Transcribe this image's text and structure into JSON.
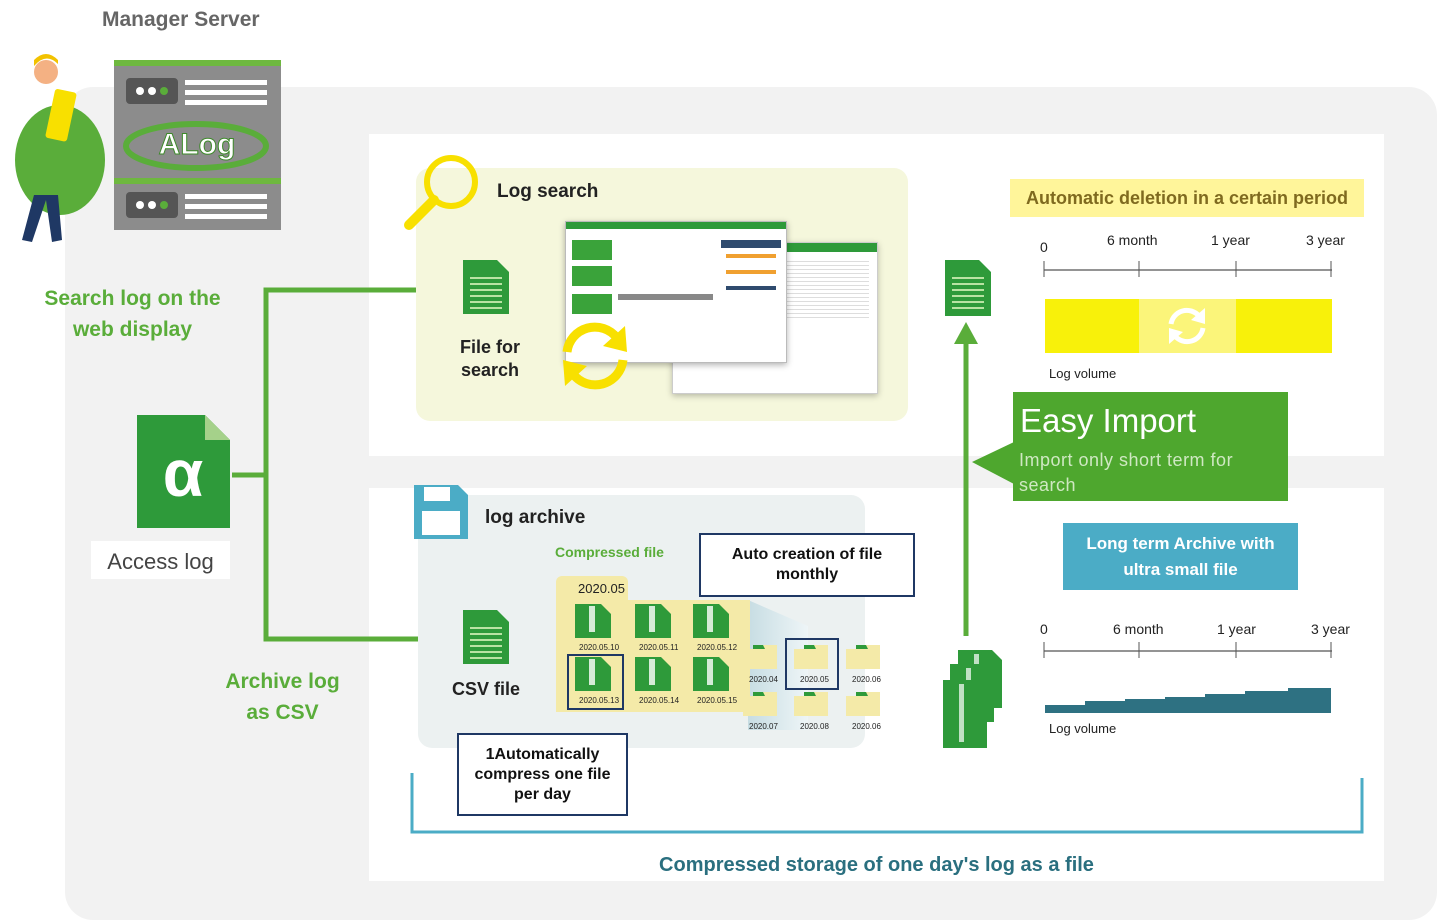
{
  "manager_server": {
    "label": "Manager Server",
    "logo_text": "ALog"
  },
  "search_caption": "Search log on the\nweb display",
  "archive_caption": "Archive log\nas CSV",
  "access_log": {
    "label": "Access log",
    "symbol": "α"
  },
  "log_search": {
    "title": "Log search",
    "file_label": "File for\nsearch"
  },
  "log_archive": {
    "title": "log archive",
    "file_label": "CSV file",
    "compressed_label": "Compressed file",
    "folder_tab": "2020.05",
    "day_files": [
      "2020.05.10",
      "2020.05.11",
      "2020.05.12",
      "2020.05.13",
      "2020.05.14",
      "2020.05.15"
    ],
    "month_files": [
      "2020.04",
      "2020.05",
      "2020.06",
      "2020.07",
      "2020.08",
      "2020.06"
    ]
  },
  "callouts": {
    "auto_monthly": "Auto creation of file monthly",
    "auto_compress": "1Automatically compress one file per day"
  },
  "auto_deletion": {
    "title": "Automatic deletion in a certain period",
    "ticks": [
      "0",
      "6 month",
      "1 year",
      "3 year"
    ],
    "volume_label": "Log volume"
  },
  "easy_import": {
    "title": "Easy Import",
    "subtitle": "Import only short term for search"
  },
  "long_term": {
    "title": "Long term Archive with ultra small file",
    "ticks": [
      "0",
      "6 month",
      "1 year",
      "3 year"
    ],
    "volume_label": "Log volume"
  },
  "footer": {
    "caption": "Compressed storage of one day's log as a file"
  },
  "colors": {
    "green": "#4ea72e",
    "yellow": "#f8f10a",
    "teal": "#2e7182",
    "blue_label": "#4bacc6",
    "navy": "#1f3864",
    "title_teal": "#2a6f7f"
  }
}
